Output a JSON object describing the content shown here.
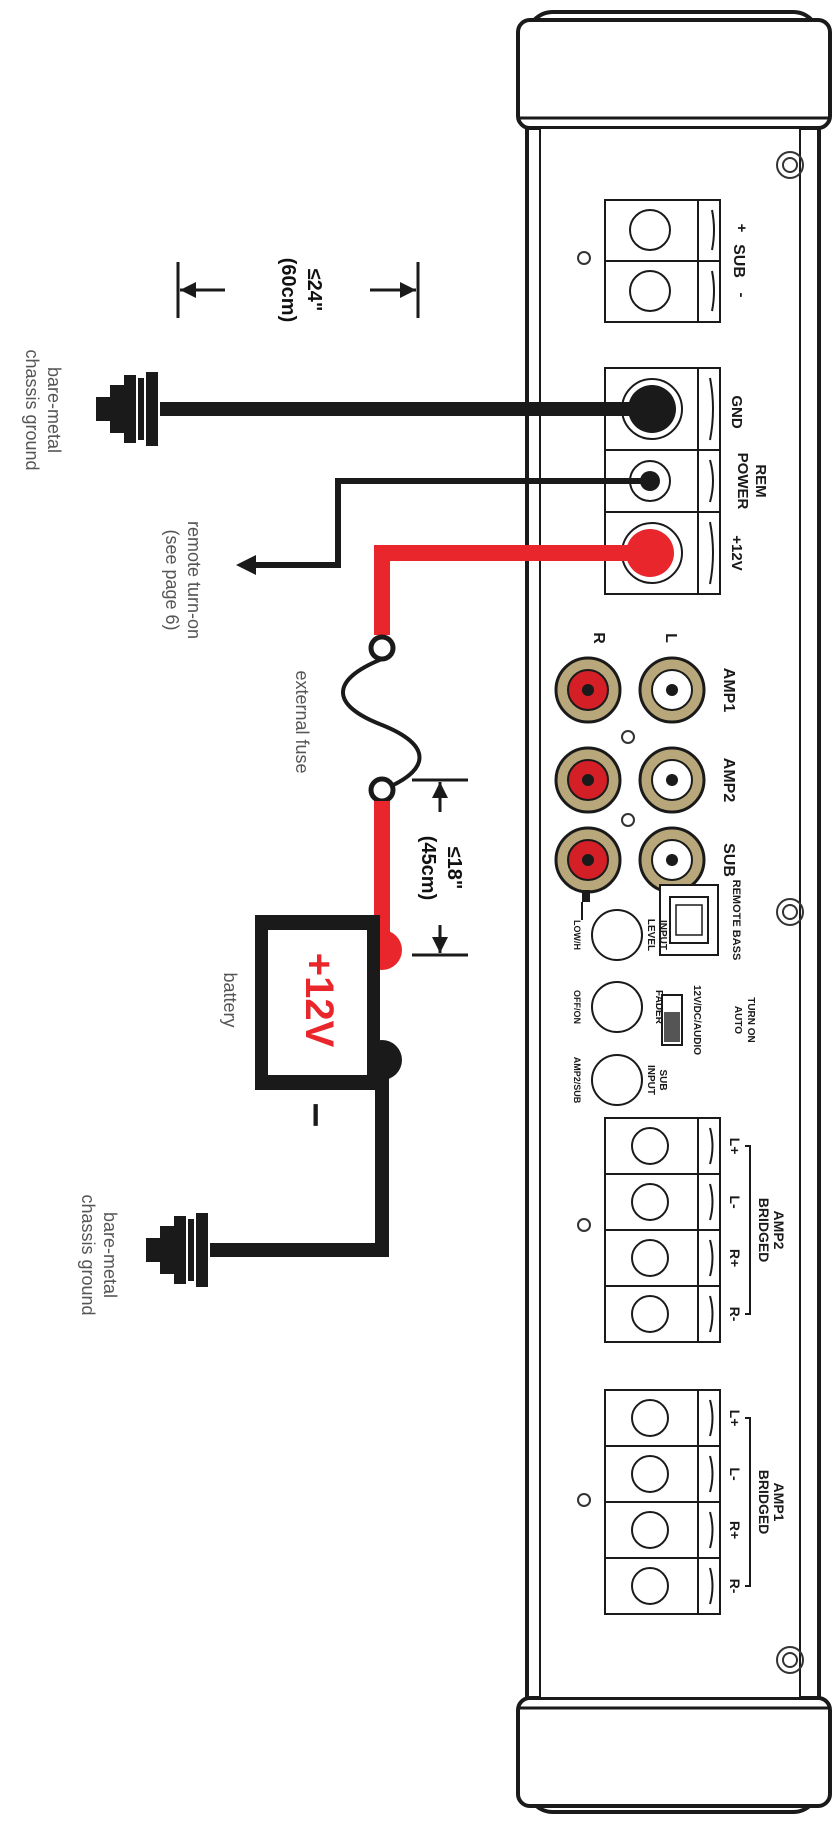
{
  "colors": {
    "cable_red": "#e8262b",
    "cable_black": "#1a1a1a",
    "chassis_fill": "#f5f5f5",
    "rca_red": "#d41f26",
    "rca_gold": "#b8a77a",
    "outline": "#1a1a1a"
  },
  "labels": {
    "sub_terminal": "SUB",
    "sub_plus": "+",
    "sub_minus": "-",
    "gnd": "GND",
    "power": "POWER",
    "rem": "REM",
    "plus12v": "+12V",
    "rca_r": "R",
    "rca_l": "L",
    "amp1": "AMP1",
    "amp2": "AMP2",
    "sub": "SUB",
    "remote_bass": "REMOTE BASS",
    "auto_turn_on_1": "AUTO",
    "auto_turn_on_2": "TURN ON",
    "auto_turn_on_opts": "12V/DC/AUDIO",
    "input_level_1": "INPUT",
    "input_level_2": "LEVEL",
    "input_level_opt": "LOW/H",
    "fader": "FADER",
    "fader_opt": "OFF/ON",
    "sub_input_1": "SUB",
    "sub_input_2": "INPUT",
    "sub_input_opt": "AMP2/SUB",
    "amp2_bridged_1": "AMP2",
    "amp2_bridged_2": "BRIDGED",
    "amp1_bridged_1": "AMP1",
    "amp1_bridged_2": "BRIDGED",
    "spk_lp": "L+",
    "spk_lm": "L-",
    "spk_rp": "R+",
    "spk_rm": "R-"
  },
  "annotations": {
    "dist_top_1": "≤24\"",
    "dist_top_2": "(60cm)",
    "dist_fuse_1": "≤18\"",
    "dist_fuse_2": "(45cm)",
    "ground_top_1": "bare-metal",
    "ground_top_2": "chassis ground",
    "remote_1": "remote turn-on",
    "remote_2": "(see page 6)",
    "fuse": "external fuse",
    "battery": "battery",
    "ground_bot_1": "bare-metal",
    "ground_bot_2": "chassis ground"
  },
  "battery": {
    "plus": "+12V",
    "minus": "–"
  }
}
